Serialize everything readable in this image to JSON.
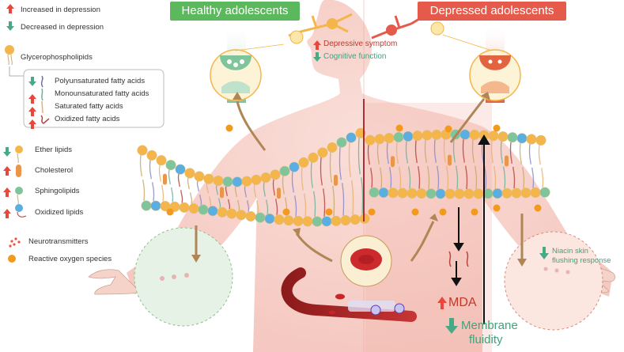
{
  "legend": {
    "increased": "Increased in depression",
    "decreased": "Decreased in depression",
    "glycerophospholipids": "Glycerophospholipids",
    "fatty_acids": [
      {
        "label": "Polyunsaturated fatty acids",
        "direction": "down"
      },
      {
        "label": "Monounsaturated fatty acids",
        "direction": "up"
      },
      {
        "label": "Saturated fatty acids",
        "direction": "up"
      },
      {
        "label": "Oxidized fatty acids",
        "direction": "up"
      }
    ],
    "lipids": [
      {
        "label": "Ether lipids",
        "direction": "down"
      },
      {
        "label": "Cholesterol",
        "direction": "up"
      },
      {
        "label": "Sphingolipids",
        "direction": "up"
      },
      {
        "label": "Oxidized lipids",
        "direction": "up"
      }
    ],
    "neurotransmitters": "Neurotransmitters",
    "ros": "Reactive oxygen species"
  },
  "panels": {
    "healthy": "Healthy adolescents",
    "depressed": "Depressed adolescents"
  },
  "effects": {
    "depressive_symptom": "Depressive symptom",
    "cognitive_function": "Cognitive function",
    "niacin_line1": "Niacin skin",
    "niacin_line2": "flushing response",
    "mda": "MDA",
    "membrane_line1": "Membrane",
    "membrane_line2": "fluidity"
  },
  "colors": {
    "up": "#e8483b",
    "down": "#4aa985",
    "healthy": "#5cb85c",
    "depressed": "#e55a4a",
    "body": "#f6cdc6",
    "head_orange": "#f4b54a",
    "head_blue": "#5aaee0",
    "head_green": "#7fc49b"
  }
}
